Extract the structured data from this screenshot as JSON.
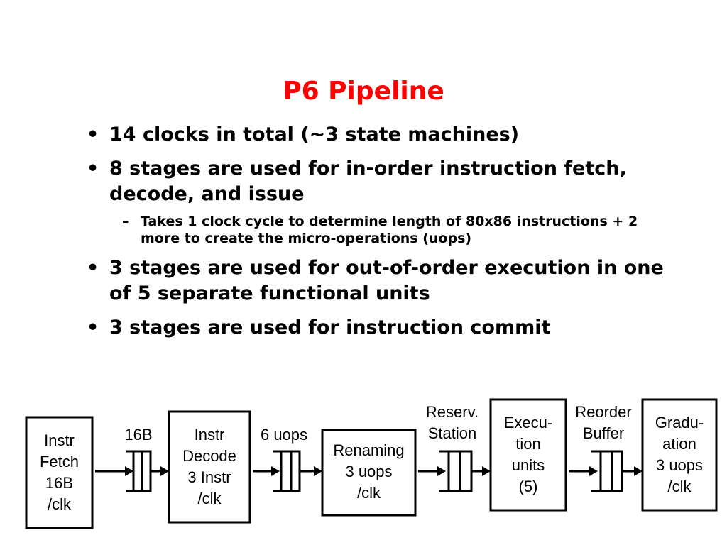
{
  "slide": {
    "title": "P6 Pipeline",
    "bullets": [
      "14 clocks in total (~3 state machines)",
      "8 stages are used for in-order instruction fetch, decode, and issue",
      "3 stages are used for out-of-order execution in one of 5 separate functional units",
      "3 stages are used for instruction commit"
    ],
    "sub_bullet": "Takes 1 clock cycle to determine length of 80x86 instructions + 2 more to create the micro-operations (uops)",
    "bullet_glyph": "•",
    "dash_glyph": "–"
  },
  "pipeline": {
    "stages": {
      "fetch": [
        "Instr",
        "Fetch",
        "16B",
        "/clk"
      ],
      "decode": [
        "Instr",
        "Decode",
        "3 Instr",
        "/clk"
      ],
      "renaming": [
        "Renaming",
        "3 uops",
        "/clk"
      ],
      "execution": [
        "Execu-",
        "tion",
        "units",
        "(5)"
      ],
      "graduation": [
        "Gradu-",
        "ation",
        "3 uops",
        "/clk"
      ]
    },
    "queues": {
      "q1": [
        "16B"
      ],
      "q2": [
        "6 uops"
      ],
      "q3": [
        "Reserv.",
        "Station"
      ],
      "q4": [
        "Reorder",
        "Buffer"
      ]
    }
  }
}
